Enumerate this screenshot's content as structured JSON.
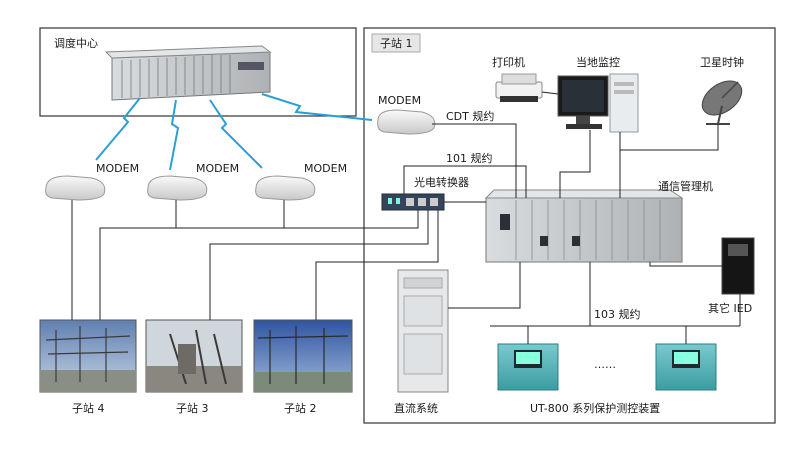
{
  "labels": {
    "dispatch_center": "调度中心",
    "substation1": "子站 1",
    "printer": "打印机",
    "local_monitor": "当地监控",
    "satellite_clock": "卫星时钟",
    "modem": "MODEM",
    "cdt_protocol": "CDT 规约",
    "p101_protocol": "101 规约",
    "converter": "光电转换器",
    "comm_manager": "通信管理机",
    "other_ied": "其它 IED",
    "p103_protocol": "103 规约",
    "dc_system": "直流系统",
    "protection_device": "UT-800 系列保护测控装置",
    "dots": "……",
    "substation4": "子站 4",
    "substation3": "子站 3",
    "substation2": "子站 2"
  },
  "colors": {
    "frame": "#333333",
    "wireless": "#2a9fd6",
    "line": "#222222",
    "device_grey": "#c9cdd0",
    "device_teal": "#4fb3b8"
  }
}
